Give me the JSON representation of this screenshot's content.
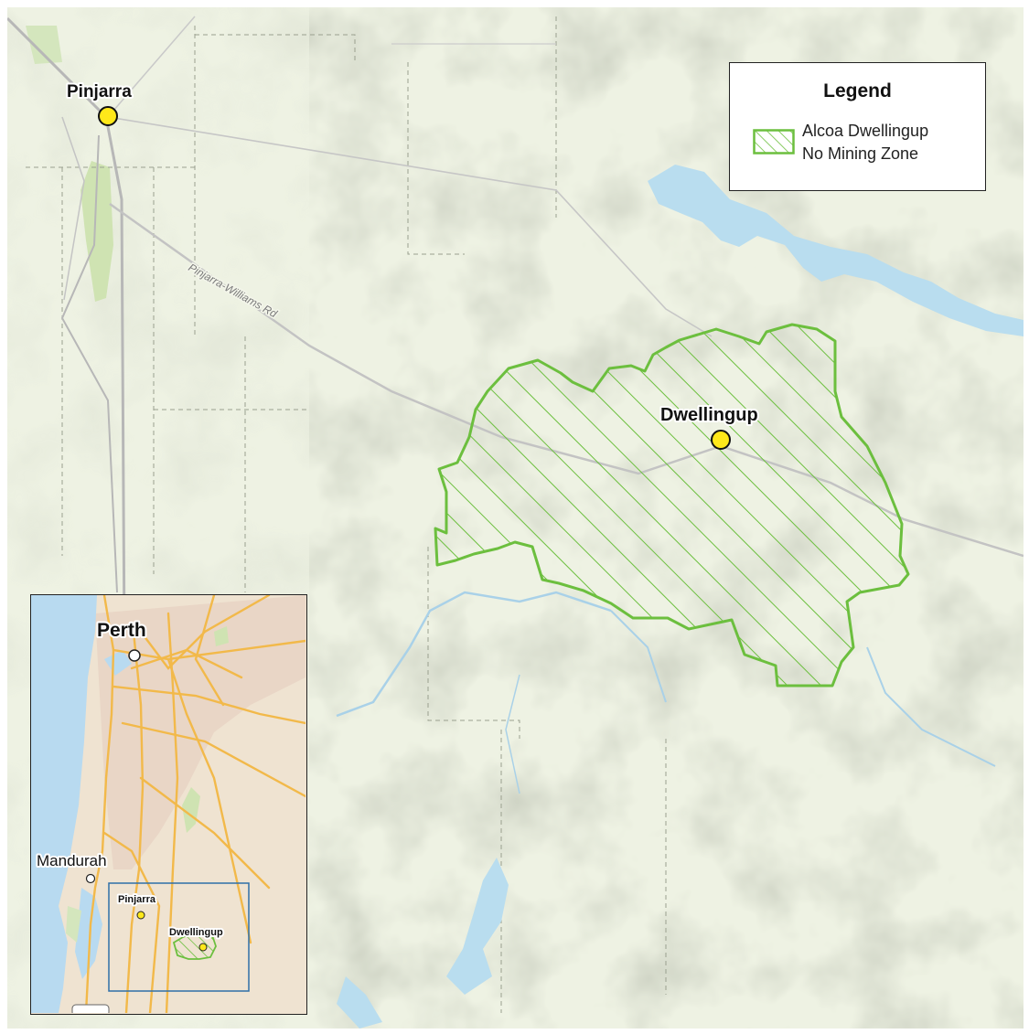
{
  "main_map": {
    "places": [
      {
        "name": "Pinjarra"
      },
      {
        "name": "Dwellingup"
      }
    ],
    "road_label": "Pinjarra-Williams Rd",
    "zone_color": "#6cbf3e",
    "place_marker_color": "#ffe81a",
    "water_color": "#b9ddef",
    "land_color": "#eef2e3"
  },
  "legend": {
    "title": "Legend",
    "items": [
      {
        "line1": "Alcoa Dwellingup",
        "line2": "No Mining Zone"
      }
    ]
  },
  "inset": {
    "places": [
      {
        "name": "Perth"
      },
      {
        "name": "Mandurah"
      },
      {
        "name": "Pinjarra"
      },
      {
        "name": "Dwellingup"
      }
    ],
    "extent_box_color": "#2f6fa8",
    "road_color": "#f2b94a",
    "ocean_color": "#b8daf0",
    "land_color": "#efe3d1"
  }
}
